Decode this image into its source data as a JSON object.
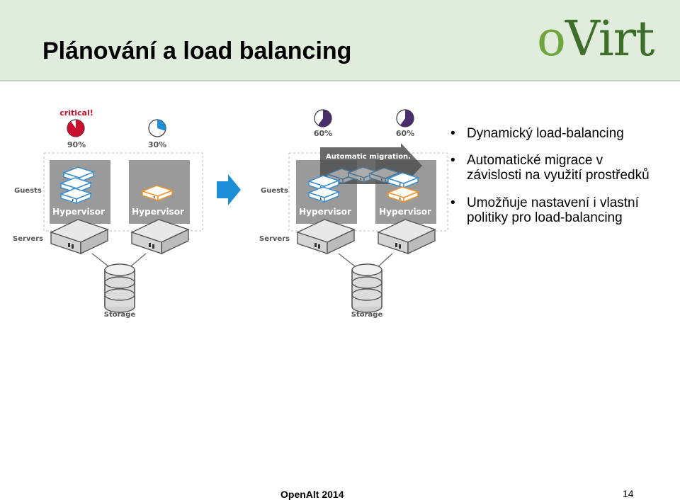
{
  "slide": {
    "title": "Plánování a load balancing",
    "logo": {
      "first": "o",
      "rest": "Virt"
    },
    "footer": "OpenAlt 2014",
    "page_number": "14"
  },
  "diagram": {
    "before": {
      "guests_label": "Guests",
      "servers_label": "Servers",
      "storage_label": "Storage",
      "host1": {
        "status": "critical!",
        "load": "90%",
        "load_value": 90,
        "hypervisor": "Hypervisor"
      },
      "host2": {
        "load": "30%",
        "load_value": 30,
        "hypervisor": "Hypervisor"
      }
    },
    "after": {
      "guests_label": "Guests",
      "servers_label": "Servers",
      "storage_label": "Storage",
      "migration_label": "Automatic migration.",
      "host1": {
        "load": "60%",
        "load_value": 60,
        "hypervisor": "Hypervisor"
      },
      "host2": {
        "load": "60%",
        "load_value": 60,
        "hypervisor": "Hypervisor"
      }
    },
    "colors": {
      "critical": "#c8102e",
      "normal": "#1e8fd6",
      "balanced": "#4a2d6b",
      "vm_blue": "#3a8fd1",
      "vm_orange": "#f0922b",
      "arrow": "#1e8fd6"
    }
  },
  "bullets": [
    {
      "lines": [
        "Dynamický load-balancing"
      ]
    },
    {
      "lines": [
        "Automatické migrace v",
        "závislosti na využití prostředků"
      ]
    },
    {
      "lines": [
        "Umožňuje nastavení i vlastní",
        "politiky pro load-balancing"
      ]
    }
  ]
}
